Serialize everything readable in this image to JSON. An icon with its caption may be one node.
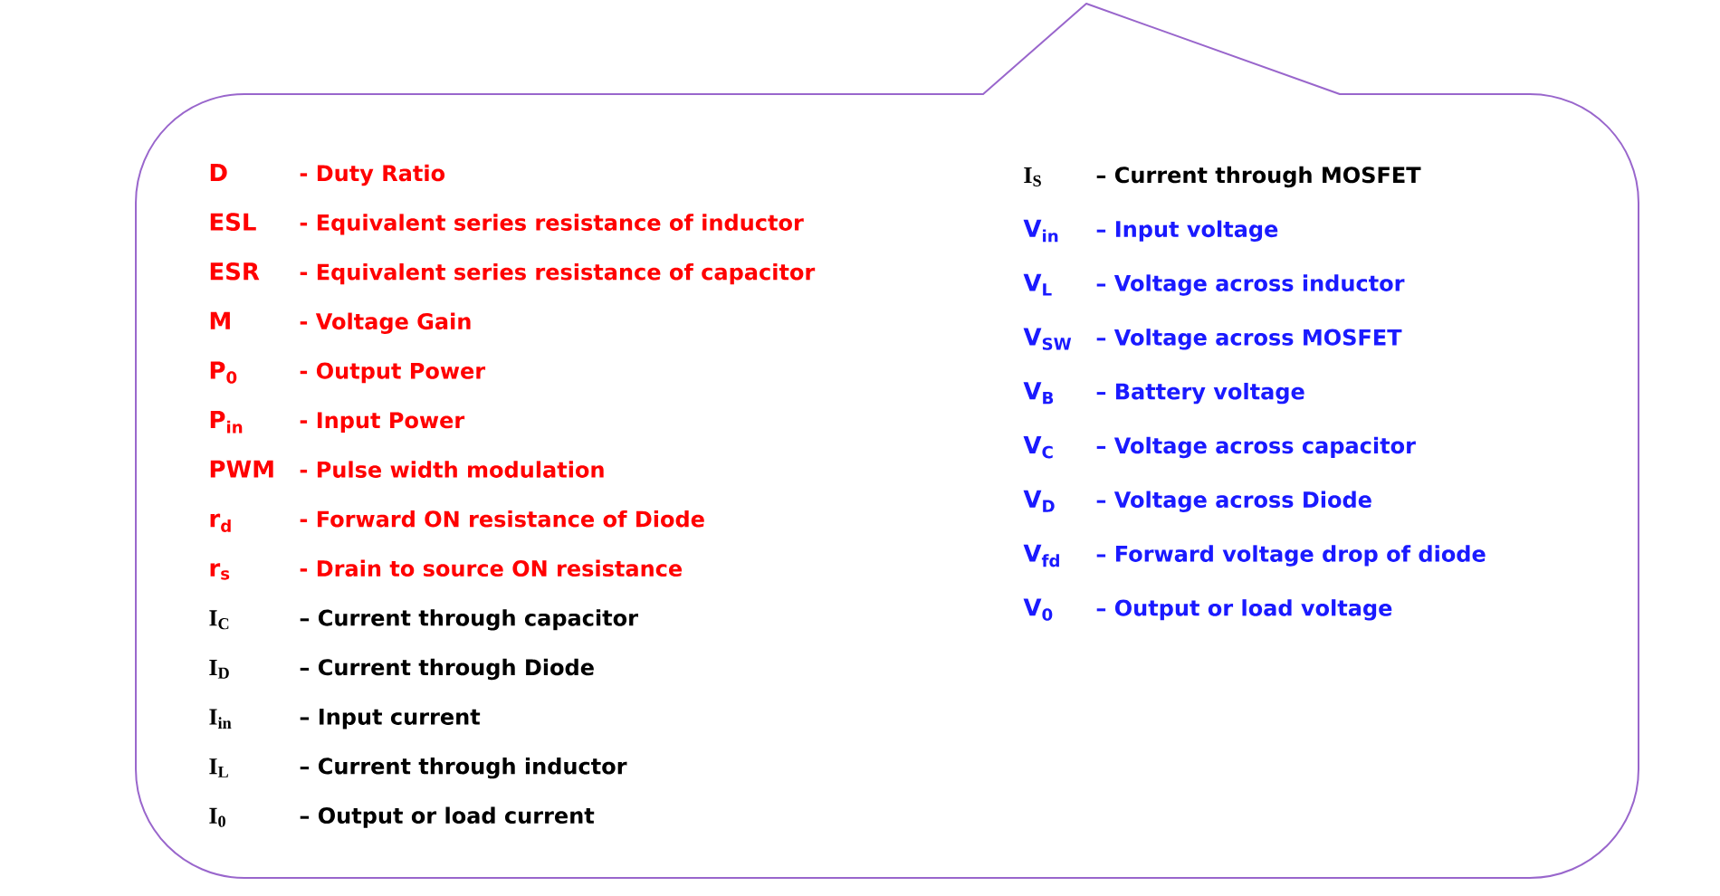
{
  "diagram": {
    "nodes": [
      {
        "text": [
          "D",
          "- Duty Ratio",
          "ESL",
          "- Equivalent series resistance of inductor",
          "ESR",
          "- Equivalent series resistance of capacitor",
          "M",
          "- Voltage Gain",
          "P$_{0}$",
          "- Output Power",
          "P$_{in}$",
          "- Input Power",
          "PWM",
          "-  Pulse width modulation",
          "r$_{d}$",
          "- Forward ON resistance of Diode",
          "r$_{s}$",
          "- Drain to source ON resistance",
          "I$_{C}$",
          "– Current through capacitor",
          "I$_{D}$",
          "– Current through Diode",
          "I$_{in}$",
          "– Input current",
          "I$_{L}$",
          "– Current through inductor",
          "I$_{0}$",
          "– Output or load current",
          "I$_{S}$",
          "– Current through MOSFET",
          "V$_{in}$",
          "– Input voltage",
          "V$_{L}$",
          "– Voltage across inductor",
          "V$_{SW}$",
          "– Voltage across MOSFET",
          "V$_{B}$",
          "– Battery voltage",
          "V$_{C}$",
          "– Voltage across capacitor",
          "V$_{D}$",
          "– Voltage across Diode",
          "V$_{fd}$",
          "– Forward voltage drop of diode",
          "V$_{0}$",
          "– Output or load voltage"
        ]
      }
    ]
  }
}
